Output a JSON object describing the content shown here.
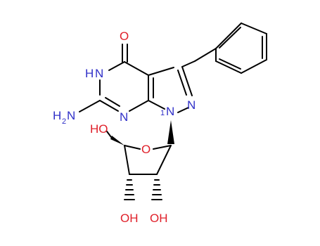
{
  "molecule": {
    "atoms": {
      "o_carbonyl": "O",
      "nh": "NH",
      "h_of_nh": "H",
      "n_of_nh": "N",
      "nh2_n": "N",
      "nh2_h": "H",
      "nh2_sub": "2",
      "n_ring_low": "N",
      "n1": "N",
      "n2": "N",
      "oh_ch2": "HO",
      "o_sugar": "O",
      "oh_3": "OH",
      "oh_2": "OH",
      "locant_1": "1"
    }
  },
  "colors": {
    "nitrogen": "#3030c8",
    "oxygen": "#e0202a",
    "bond": "#000000"
  }
}
